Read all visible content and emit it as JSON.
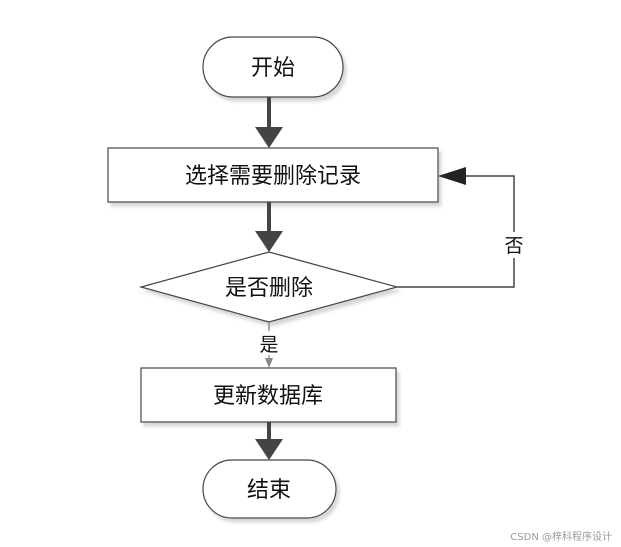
{
  "flowchart": {
    "start": "开始",
    "select": "选择需要删除记录",
    "decision": "是否删除",
    "yes_label": "是",
    "no_label": "否",
    "update": "更新数据库",
    "end": "结束"
  },
  "watermark": "CSDN @梓科程序设计"
}
